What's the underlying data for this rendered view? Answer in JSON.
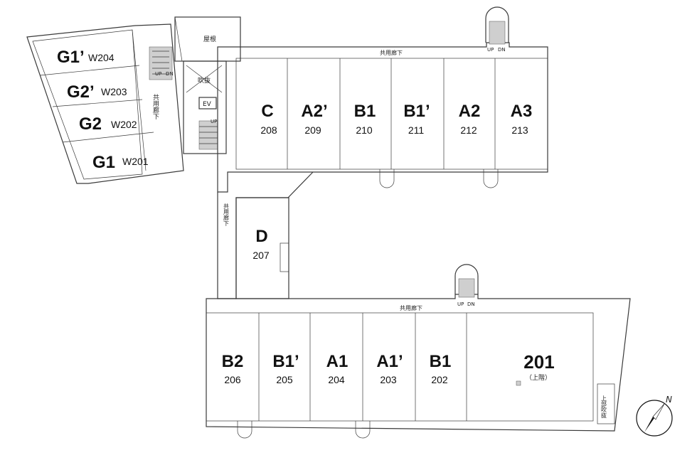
{
  "west_wing": {
    "units": [
      {
        "type": "G1’",
        "number": "W204"
      },
      {
        "type": "G2’",
        "number": "W203"
      },
      {
        "type": "G2",
        "number": "W202"
      },
      {
        "type": "G1",
        "number": "W201"
      }
    ],
    "corridor_label": "共用廊下",
    "stair_up": "UP",
    "stair_dn": "DN"
  },
  "core": {
    "roof_label": "屋根",
    "void_label": "吹抜",
    "ev_label": "EV",
    "stair_up": "UP"
  },
  "north_wing": {
    "units": [
      {
        "type": "C",
        "number": "208"
      },
      {
        "type": "A2’",
        "number": "209"
      },
      {
        "type": "B1",
        "number": "210"
      },
      {
        "type": "B1’",
        "number": "211"
      },
      {
        "type": "A2",
        "number": "212"
      },
      {
        "type": "A3",
        "number": "213"
      }
    ],
    "corridor_label": "共用廊下",
    "stair_up": "UP",
    "stair_dn": "DN"
  },
  "middle": {
    "unit": {
      "type": "D",
      "number": "207"
    },
    "corridor_label": "共用廊下"
  },
  "south_wing": {
    "units": [
      {
        "type": "B2",
        "number": "206"
      },
      {
        "type": "B1’",
        "number": "205"
      },
      {
        "type": "A1",
        "number": "204"
      },
      {
        "type": "A1’",
        "number": "203"
      },
      {
        "type": "B1",
        "number": "202"
      }
    ],
    "big_unit": {
      "number": "201",
      "note": "（上階）"
    },
    "void_label": "上部吹抜",
    "corridor_label": "共用廊下",
    "stair_up": "UP",
    "stair_dn": "DN"
  },
  "compass": {
    "label": "N"
  }
}
